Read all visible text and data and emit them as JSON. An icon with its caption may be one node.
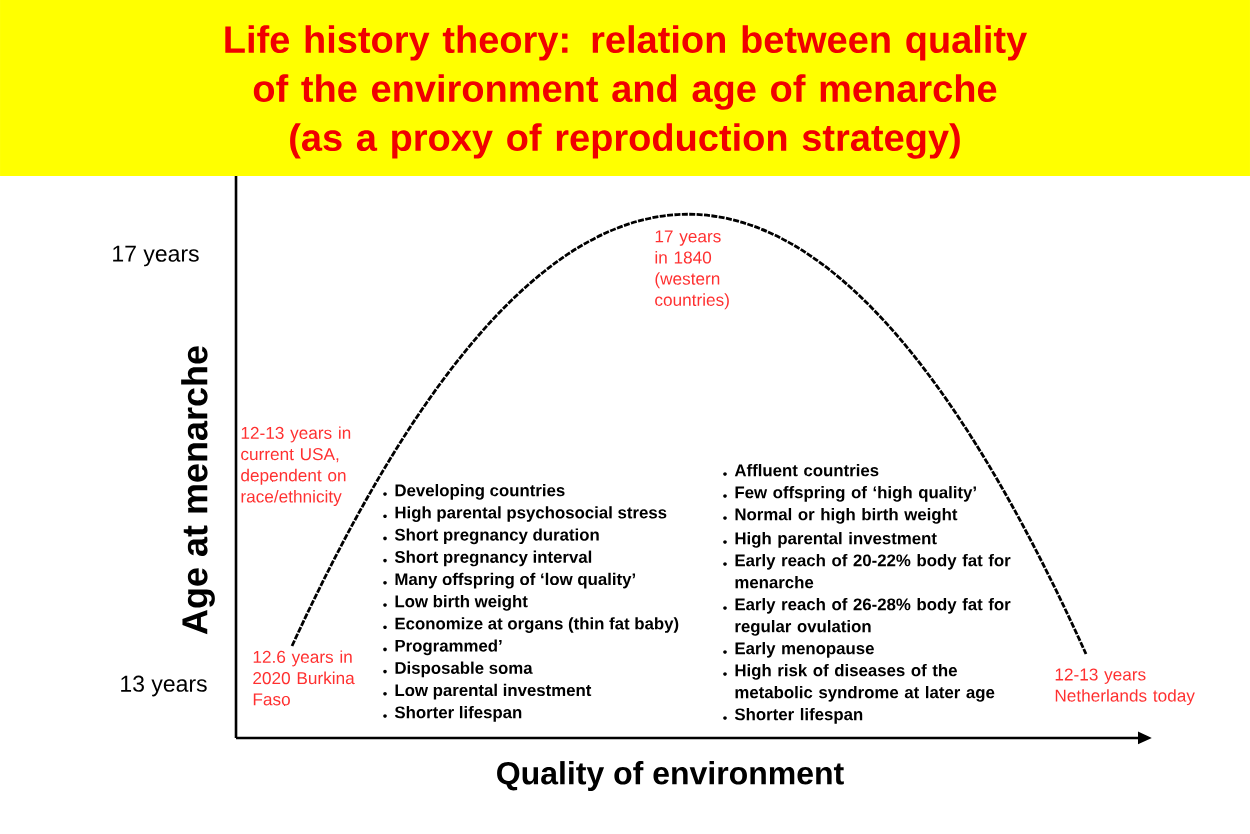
{
  "diagram": {
    "title": "Life history theory: relation between quality of the environment and age of menarche (as a proxy of reproduction strategy)",
    "labels": [
      "17 years",
      "17 years in 1840 (western countries)",
      "Age at menarche",
      "12-13 years in current USA, dependent on race/ethnicity",
      "Affluent countries",
      "Few offspring of ‘high quality’",
      "Normal or high birth weight",
      "High parental investment",
      "Early reach of 20-22% body fat for menarche",
      "Early reach of 26-28% body fat for regular ovulation",
      "Early menopause",
      "High risk of diseases of the metabolic syndrome at later age",
      "Shorter lifespan",
      "Developing countries",
      "High parental psychosocial stress",
      "Short pregnancy duration",
      "Short pregnancy interval",
      "Many offspring of ‘low quality’",
      "Low birth weight",
      "Economize at organs (thin fat baby)",
      "Programmed’",
      "Disposable soma",
      "Low parental investment",
      "Shorter lifespan",
      "13 years",
      "12.6 years in 2020 Burkina Faso",
      "12-13 years Netherlands today",
      "Quality of environment"
    ]
  }
}
